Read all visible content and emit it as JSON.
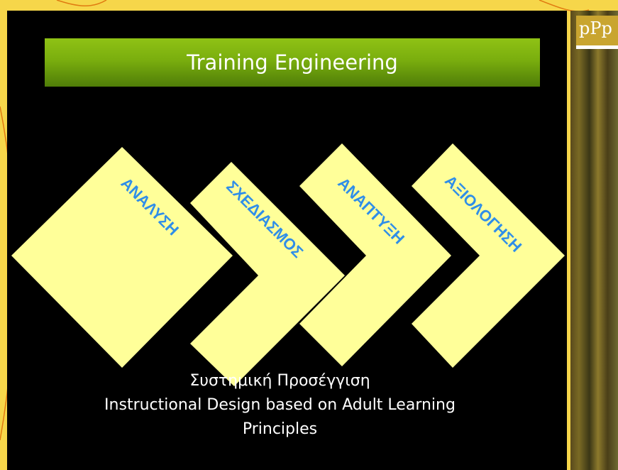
{
  "title": "Training Engineering",
  "stages": [
    "ΑΝΑΛΥΣΗ",
    "ΣΧΕΔΙΑΣΜΟΣ",
    "ΑΝΑΠΤΥΞΗ",
    "ΑΞΙΟΛΟΓΗΣΗ"
  ],
  "caption": {
    "line1": "Συστημική Προσέγγιση",
    "line2": "Instructional Design based on Adult Learning",
    "line3": "Principles"
  },
  "logo_text": "pPp",
  "colors": {
    "background": "#000000",
    "outer_background": "#f6d64a",
    "border_lines": "#e07a10",
    "shape_fill": "#ffff99",
    "stage_text": "#2f8ee8",
    "title_bar": "#6a9e0e"
  }
}
